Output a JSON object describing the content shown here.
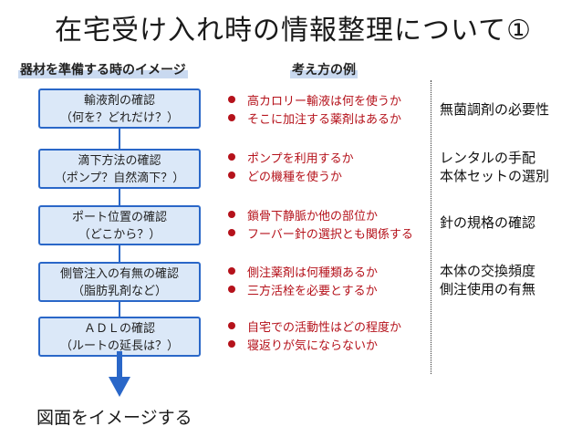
{
  "title": "在宅受け入れ時の情報整理について①",
  "headers": {
    "left": "器材を準備する時のイメージ",
    "right": "考え方の例"
  },
  "steps": [
    {
      "line1": "輸液剤の確認",
      "line2": "（何を？どれだけ？）"
    },
    {
      "line1": "滴下方法の確認",
      "line2": "（ポンプ？自然滴下？）"
    },
    {
      "line1": "ポート位置の確認",
      "line2": "（どこから？）"
    },
    {
      "line1": "側管注入の有無の確認",
      "line2": "（脂肪乳剤など）"
    },
    {
      "line1": "ＡＤＬの確認",
      "line2": "（ルートの延長は？）"
    }
  ],
  "bullets": [
    [
      "高カロリー輸液は何を使うか",
      "そこに加注する薬剤はあるか"
    ],
    [
      "ポンプを利用するか",
      "どの機種を使うか"
    ],
    [
      "鎖骨下静脈か他の部位か",
      "フーバー針の選択とも関係する"
    ],
    [
      "側注薬剤は何種類あるか",
      "三方活栓を必要とするか"
    ],
    [
      "自宅での活動性はどの程度か",
      "寝返りが気にならないか"
    ]
  ],
  "notes": [
    {
      "line1": "無菌調剤の必要性"
    },
    {
      "line1": "レンタルの手配",
      "line2": "本体セットの選別"
    },
    {
      "line1": "針の規格の確認"
    },
    {
      "line1": "本体の交換頻度",
      "line2": "側注使用の有無"
    }
  ],
  "footer": "図面をイメージする",
  "colors": {
    "box_fill": "#dbe8f8",
    "box_border": "#2a67c8",
    "bullet_text": "#b5121b"
  }
}
